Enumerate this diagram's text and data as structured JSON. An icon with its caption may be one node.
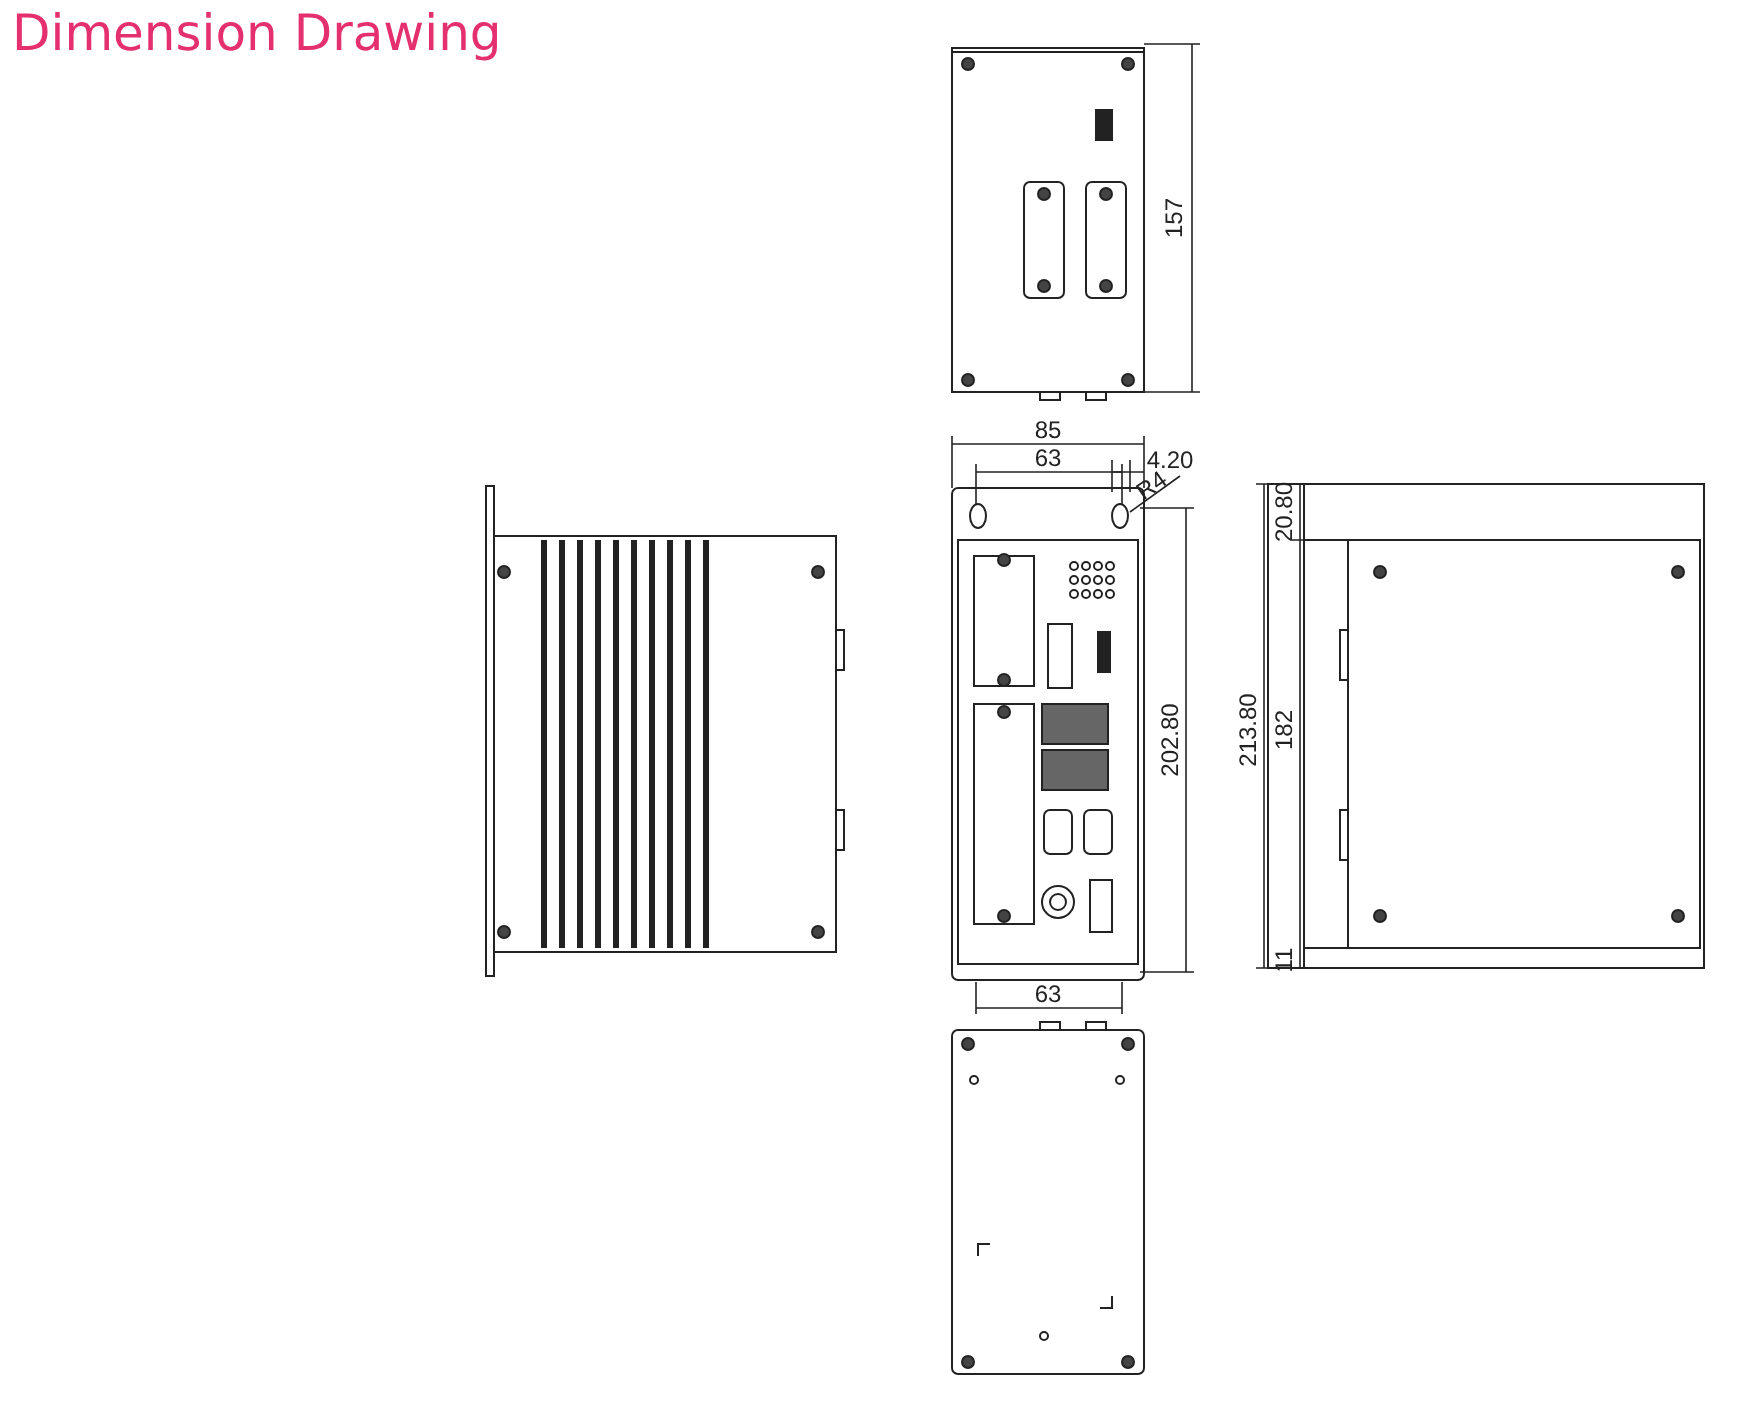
{
  "diagram": {
    "title": "Dimension Drawing",
    "labels": [
      "157",
      "85",
      "63",
      "4.20",
      "R4",
      "20.80",
      "202.80",
      "213.80",
      "182",
      "11",
      "63"
    ]
  }
}
